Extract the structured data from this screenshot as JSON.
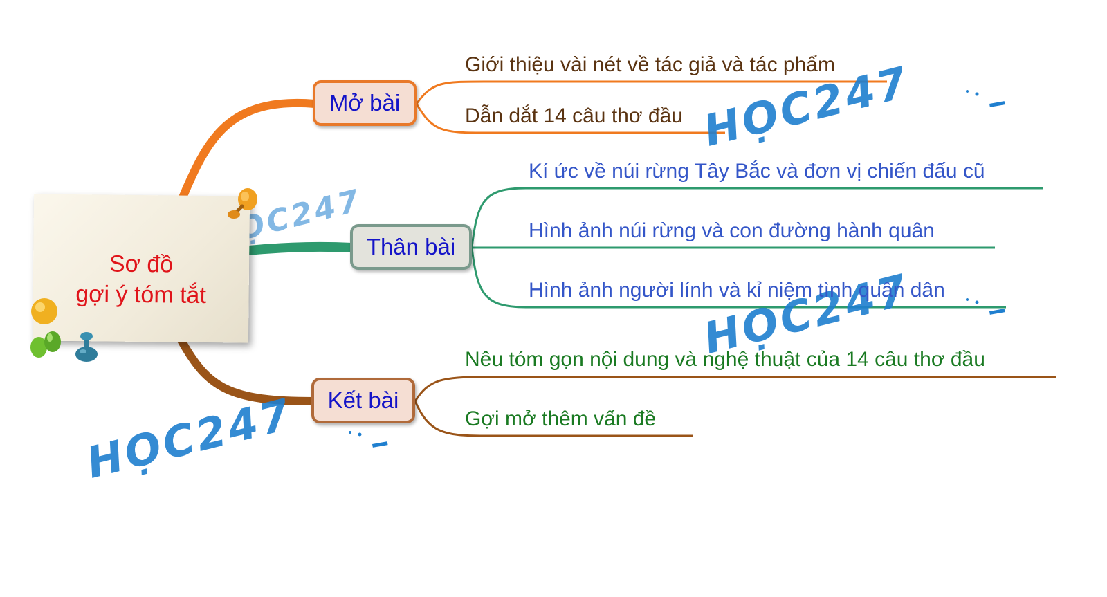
{
  "center": {
    "title_line1": "Sơ đồ",
    "title_line2": "gợi ý tóm tắt"
  },
  "branches": [
    {
      "label": "Mở bài",
      "color": "#f07a1f",
      "children": [
        "Giới thiệu vài nét về tác giả và tác phẩm",
        "Dẫn dắt 14 câu thơ đầu"
      ]
    },
    {
      "label": "Thân bài",
      "color": "#2e9a6e",
      "children": [
        "Kí ức về núi rừng Tây Bắc và đơn vị chiến đấu cũ",
        "Hình ảnh núi rừng và con đường hành quân",
        "Hình ảnh người lính và kỉ niệm tình quân dân"
      ]
    },
    {
      "label": "Kết bài",
      "color": "#9a5418",
      "children": [
        "Nêu tóm gọn nội dung và nghệ thuật của 14 câu thơ đầu",
        "Gợi mở thêm vấn đề"
      ]
    }
  ],
  "watermark": "HỌC247",
  "colors": {
    "title": "#e0141a",
    "node_text": "#1414c8",
    "watermark": "#1f7fcf"
  }
}
